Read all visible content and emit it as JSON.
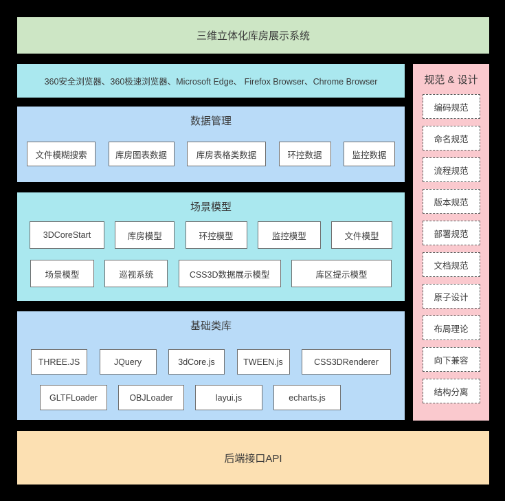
{
  "header": {
    "title": "三维立体化库房展示系统"
  },
  "browser_bar": {
    "text": "360安全浏览器、360极速浏览器、Microsoft Edge、 Firefox Browser、Chrome Browser"
  },
  "sections": [
    {
      "title": "数据管理",
      "rows": [
        [
          "文件模糊搜索",
          "库房图表数据",
          "库房表格类数据",
          "环控数据",
          "监控数据"
        ]
      ]
    },
    {
      "title": "场景模型",
      "rows": [
        [
          "3DCoreStart",
          "库房模型",
          "环控模型",
          "监控模型",
          "文件模型"
        ],
        [
          "场景模型",
          "巡视系统",
          "CSS3D数据展示模型",
          "库区提示模型"
        ]
      ]
    },
    {
      "title": "基础类库",
      "rows": [
        [
          "THREE.JS",
          "JQuery",
          "3dCore.js",
          "TWEEN.js",
          "CSS3DRenderer"
        ],
        [
          "GLTFLoader",
          "OBJLoader",
          "layui.js",
          "echarts.js"
        ]
      ]
    }
  ],
  "spec_panel": {
    "title": "规范 & 设计",
    "items": [
      "编码规范",
      "命名规范",
      "流程规范",
      "版本规范",
      "部署规范",
      "文档规范",
      "原子设计",
      "布局理论",
      "向下兼容",
      "结构分离"
    ]
  },
  "footer": {
    "title": "后端接口API"
  },
  "colors": {
    "background": "#000000",
    "header_green": "#cde6c5",
    "cyan": "#aae8ef",
    "blue": "#b9dbf8",
    "pink": "#fac9ce",
    "orange": "#fce0b2",
    "box_bg": "#ffffff",
    "box_border": "#6f6f6f",
    "dashed_border": "#5a5a5a",
    "text": "#3a3a3a"
  }
}
